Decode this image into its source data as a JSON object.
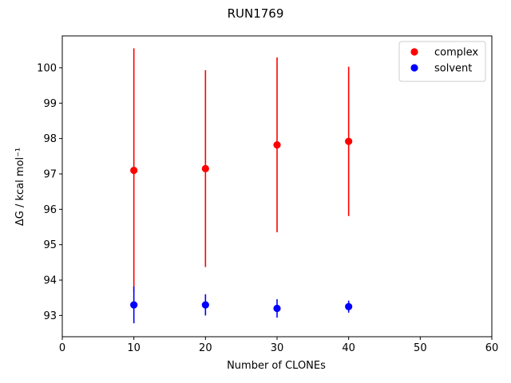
{
  "chart_data": {
    "type": "scatter",
    "title": "RUN1769",
    "xlabel": "Number of CLONEs",
    "ylabel": "ΔG / kcal mol⁻¹",
    "xlim": [
      0,
      60
    ],
    "ylim": [
      92.4,
      100.9
    ],
    "xticks": [
      0,
      10,
      20,
      30,
      40,
      50,
      60
    ],
    "yticks": [
      93,
      94,
      95,
      96,
      97,
      98,
      99,
      100
    ],
    "grid": false,
    "legend_position": "top-right",
    "series": [
      {
        "name": "complex",
        "color": "#ff0000",
        "x": [
          10,
          20,
          30,
          40
        ],
        "y": [
          97.1,
          97.15,
          97.82,
          97.92
        ],
        "yerr": [
          3.45,
          2.78,
          2.47,
          2.11
        ]
      },
      {
        "name": "solvent",
        "color": "#0000ff",
        "x": [
          10,
          20,
          30,
          40
        ],
        "y": [
          93.3,
          93.3,
          93.2,
          93.25
        ],
        "yerr": [
          0.52,
          0.3,
          0.26,
          0.17
        ]
      }
    ]
  }
}
